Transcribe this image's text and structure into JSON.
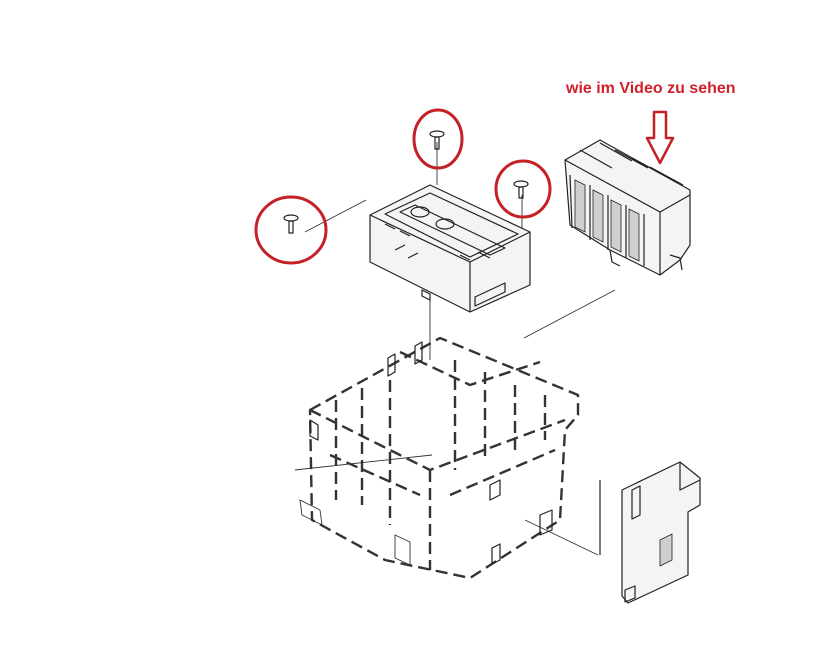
{
  "annotation": {
    "text": "wie im Video zu sehen",
    "color": "#d0202a"
  },
  "diagram": {
    "highlight_color": "#c42026",
    "line_color": "#222222",
    "background": "#ffffff",
    "parts": [
      "screw-left",
      "screw-top",
      "screw-right",
      "cap-housing",
      "cap-unit",
      "carriage-frame",
      "side-cover"
    ]
  }
}
